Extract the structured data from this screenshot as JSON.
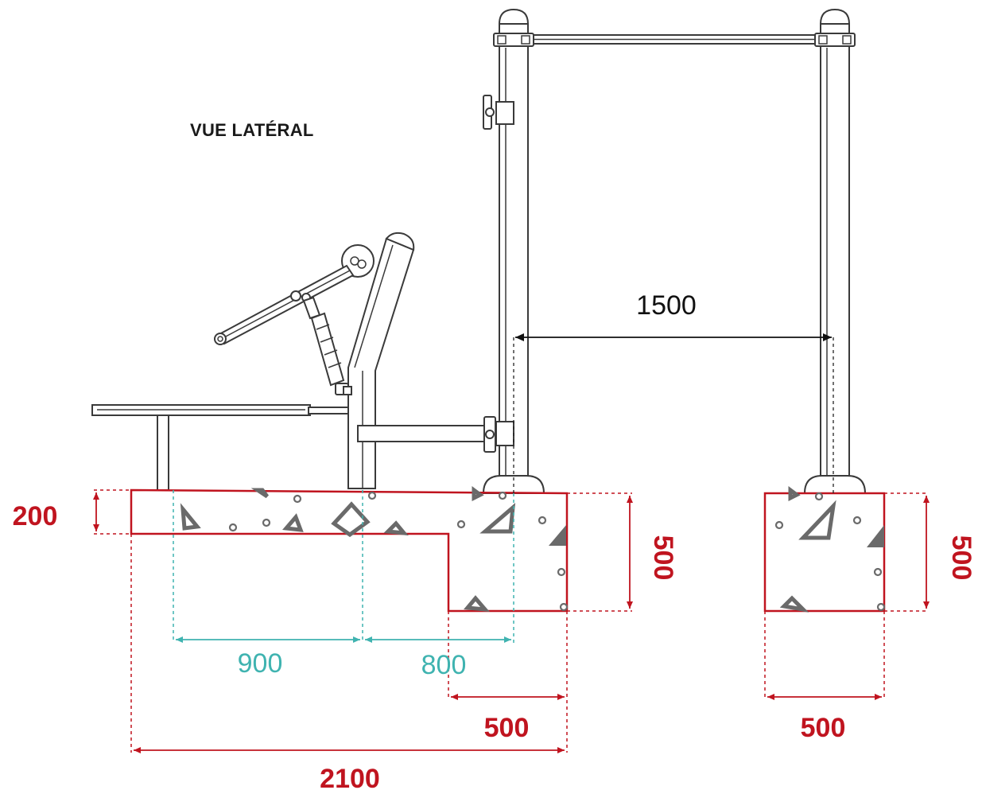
{
  "title": "VUE LATÉRAL",
  "dimensions": {
    "frame_spacing": "1500",
    "slab_thickness": "200",
    "block_height_left": "500",
    "block_height_right": "500",
    "seat_length": "900",
    "backrest_length": "800",
    "block_width_left": "500",
    "block_width_right": "500",
    "total_length": "2100"
  },
  "colors": {
    "foundation_dim": "#c0141f",
    "equipment_dim": "#3fb3b0",
    "frame_dim": "#111111",
    "equipment_ink": "#3a3a3a"
  }
}
